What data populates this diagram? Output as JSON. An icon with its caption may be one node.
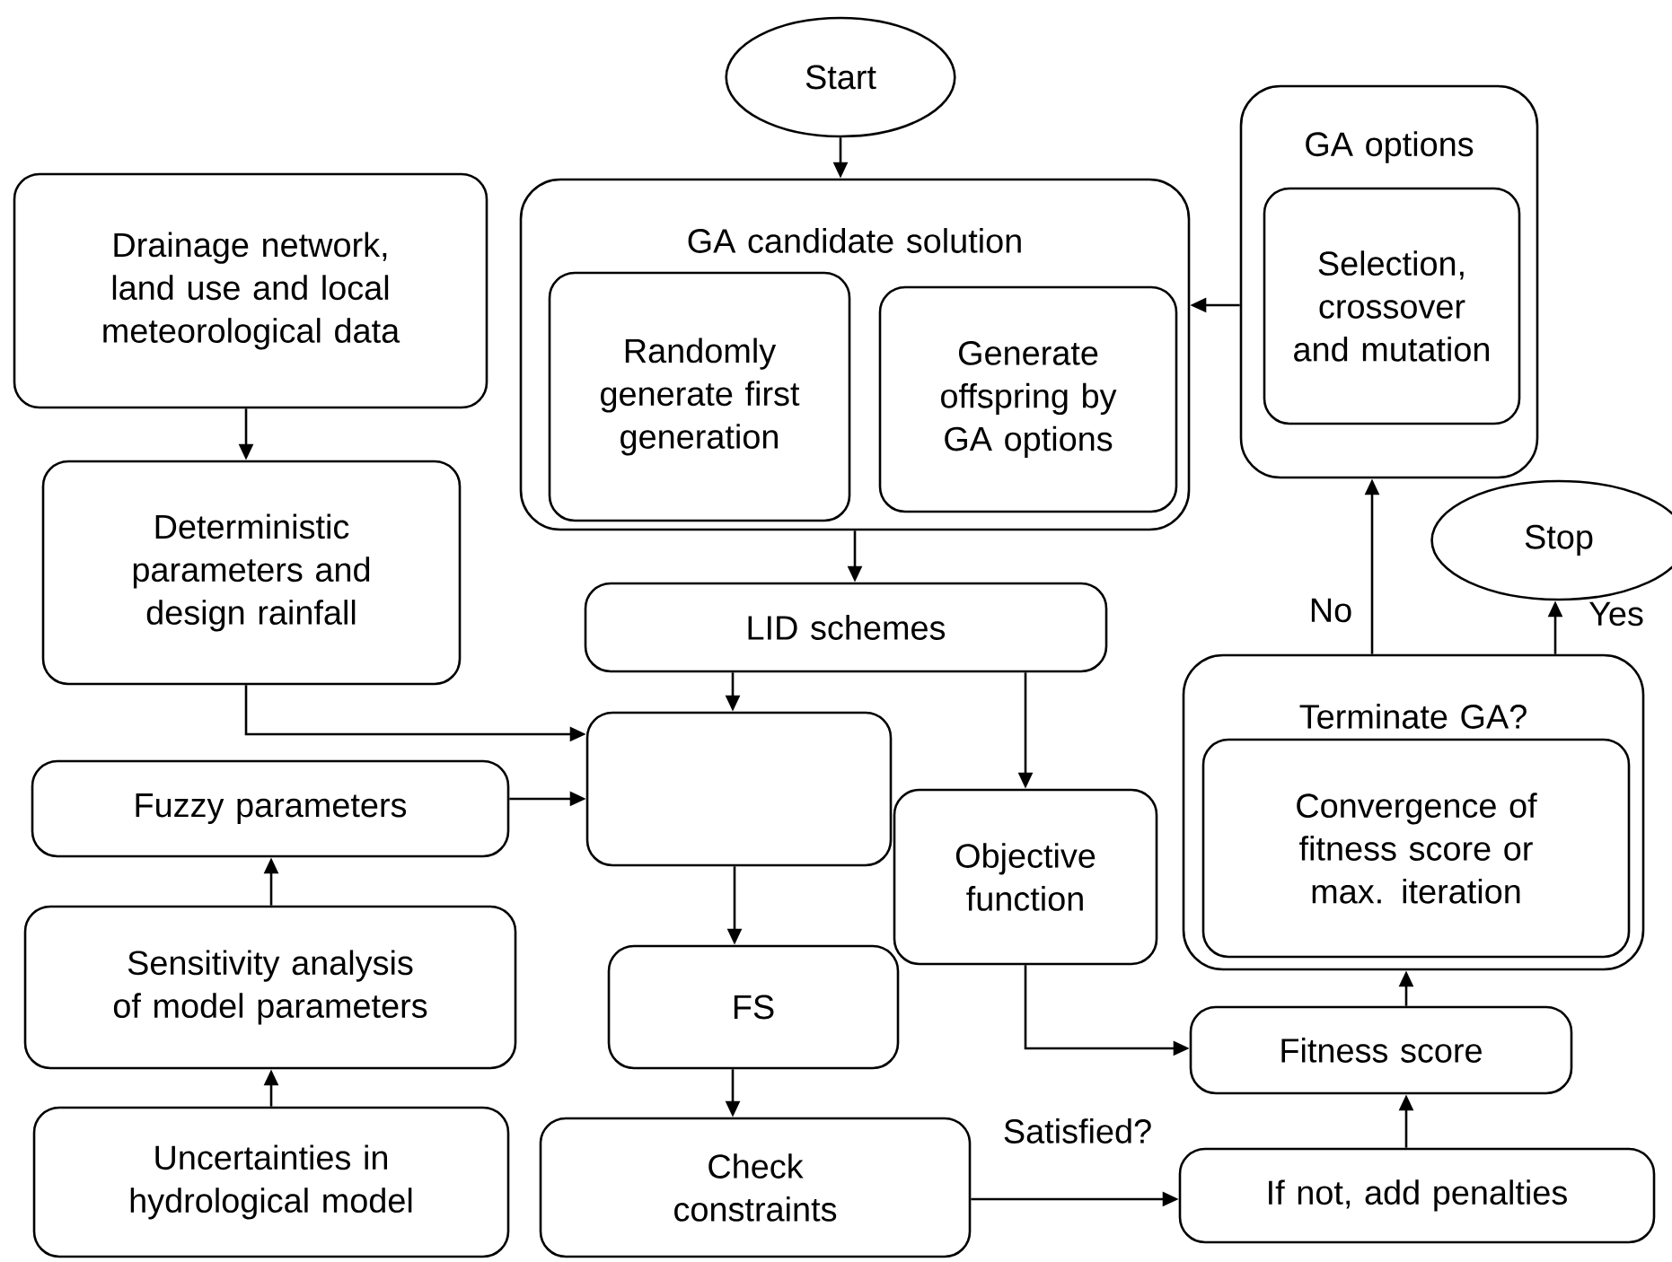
{
  "diagram": {
    "nodes": [
      {
        "text": [
          "Start"
        ]
      },
      {
        "text": [
          "GA candidate solution"
        ]
      },
      {
        "text": [
          "Randomly generate first generation"
        ],
        "in": 1
      },
      {
        "text": [
          "Generate offspring by GA options"
        ],
        "in": 1
      },
      {
        "text": [
          "GA options"
        ]
      },
      {
        "text": [
          "Selection, crossover and mutation"
        ],
        "in": 4
      },
      {
        "text": [
          "Stop"
        ]
      },
      {
        "text": [
          "Drainage network, land use and local meteorological data"
        ]
      },
      {
        "text": [
          "Deterministic parameters and design rainfall"
        ]
      },
      {
        "text": [
          "LID schemes"
        ]
      },
      {
        "text": [],
        "shape": "box"
      },
      {
        "text": [
          "Fuzzy parameters"
        ]
      },
      {
        "text": [
          "Objective function"
        ]
      },
      {
        "text": [
          "Terminate GA?"
        ]
      },
      {
        "text": [
          "Convergence of fitness score or max. iteration"
        ],
        "in": 13
      },
      {
        "text": [
          "Sensitivity analysis of model parameters"
        ]
      },
      {
        "text": [
          "FS"
        ]
      },
      {
        "text": [
          "Fitness score"
        ]
      },
      {
        "text": [
          "Uncertainties in hydrological model"
        ]
      },
      {
        "text": [
          "Check constraints"
        ]
      },
      {
        "text": [
          "If not, add penalties"
        ]
      }
    ],
    "edges": [
      {
        "from": 0,
        "to": 1,
        "arrow": "to"
      },
      {
        "from": 7,
        "to": 8,
        "arrow": "to"
      },
      {
        "from": 8,
        "to": 10,
        "arrow": "to"
      },
      {
        "from": 11,
        "to": 10,
        "arrow": "to"
      },
      {
        "from": 1,
        "to": 9,
        "arrow": "to"
      },
      {
        "from": 9,
        "to": 10,
        "arrow": "to"
      },
      {
        "from": 9,
        "to": 12,
        "arrow": "to"
      },
      {
        "from": 10,
        "to": 16,
        "arrow": "to"
      },
      {
        "from": 16,
        "to": 19,
        "arrow": "to"
      },
      {
        "from": 18,
        "to": 15,
        "arrow": "to"
      },
      {
        "from": 15,
        "to": 11,
        "arrow": "to"
      },
      {
        "from": 19,
        "to": 20,
        "arrow": "to",
        "label": "Satisfied?"
      },
      {
        "from": 20,
        "to": 17,
        "arrow": "to"
      },
      {
        "from": 12,
        "to": 17,
        "arrow": "to"
      },
      {
        "from": 17,
        "to": 13,
        "arrow": "to"
      },
      {
        "from": 13,
        "to": 4,
        "arrow": "to",
        "label": "No"
      },
      {
        "from": 13,
        "to": 6,
        "arrow": "to",
        "label": "Yes"
      },
      {
        "from": 4,
        "to": 1,
        "arrow": "to"
      }
    ]
  }
}
